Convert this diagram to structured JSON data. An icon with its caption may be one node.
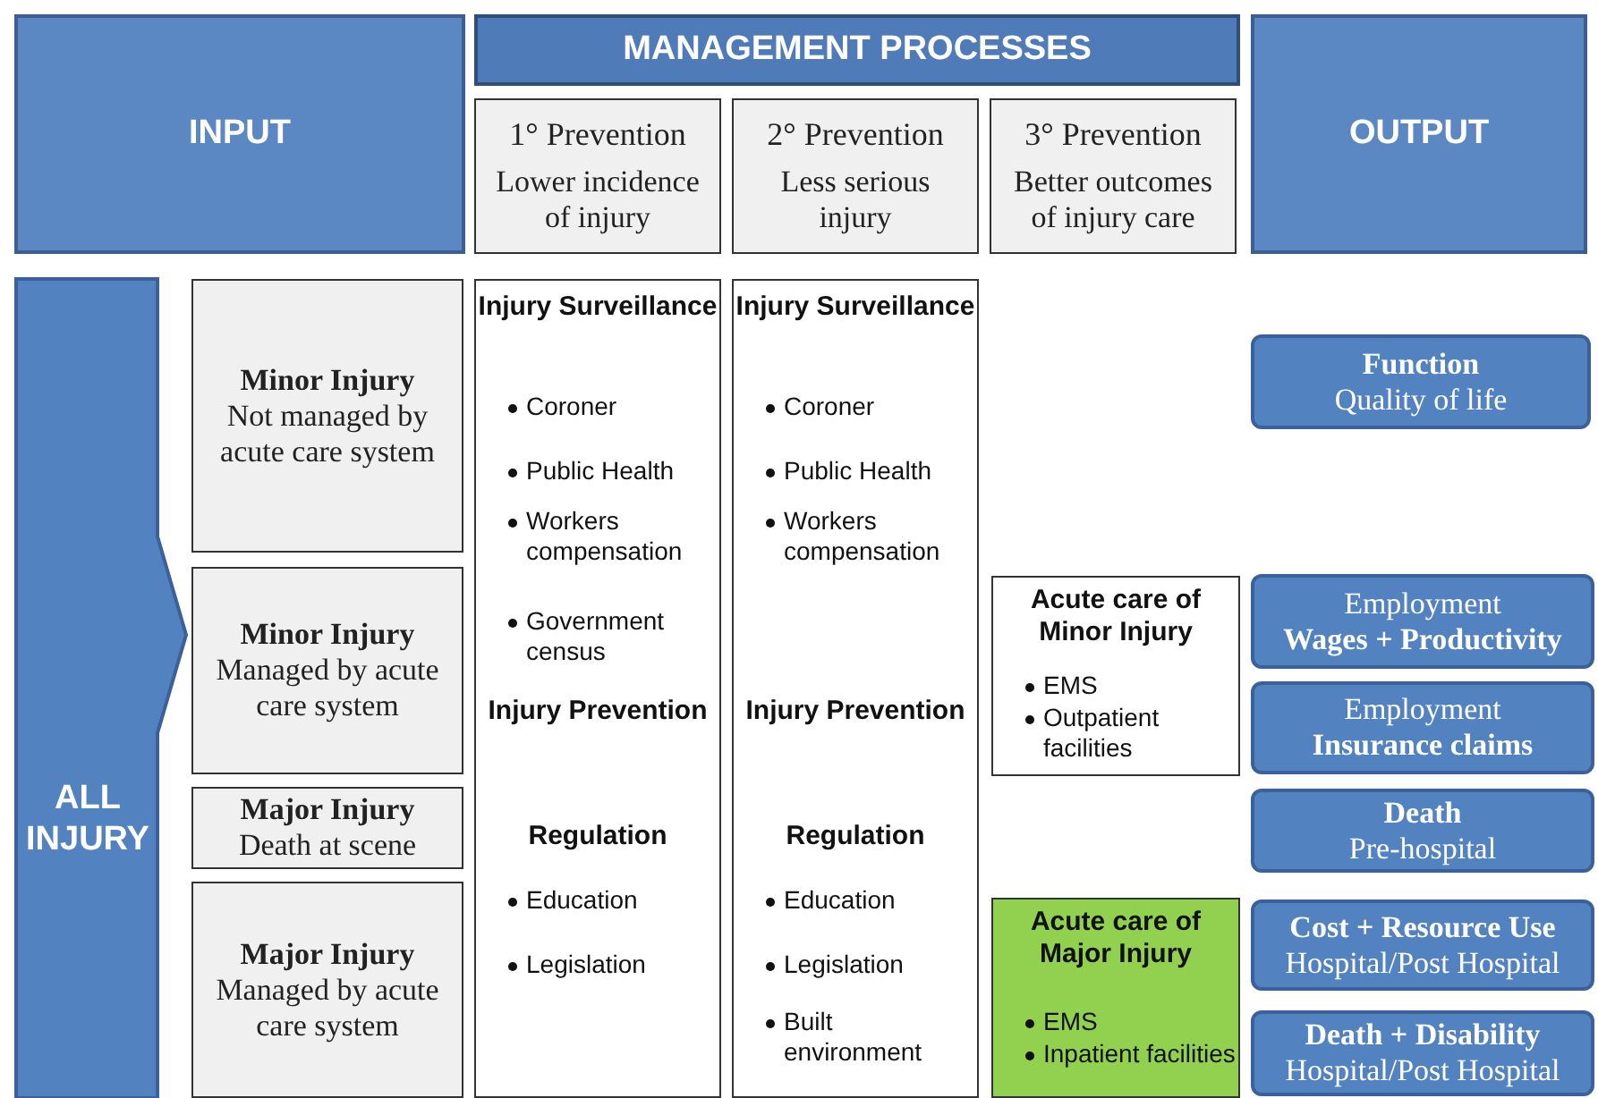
{
  "diagram": {
    "nodes": [
      {
        "text": [
          "INPUT"
        ]
      },
      {
        "text": [
          "MANAGEMENT PROCESSES"
        ]
      },
      {
        "text": [
          "1° Prevention",
          "Lower incidence of injury"
        ]
      },
      {
        "text": [
          "2° Prevention",
          "Less serious injury"
        ]
      },
      {
        "text": [
          "3° Prevention",
          "Better outcomes of injury care"
        ]
      },
      {
        "text": [
          "OUTPUT"
        ]
      },
      {
        "text": [
          "ALL INJURY"
        ]
      },
      {
        "text": [
          "Minor Injury",
          "Not managed by acute care system"
        ]
      },
      {
        "text": [
          "Minor Injury",
          "Managed by acute care system"
        ]
      },
      {
        "text": [
          "Major Injury",
          "Death at scene"
        ]
      },
      {
        "text": [
          "Major Injury",
          "Managed by acute care system"
        ]
      },
      {
        "text": [
          "Injury Surveillance",
          "Coroner",
          "Public Health",
          "Workers compensation",
          "Government census",
          "Injury Prevention",
          "Regulation",
          "Education",
          "Legislation"
        ]
      },
      {
        "text": [
          "Injury Surveillance",
          "Coroner",
          "Public Health",
          "Workers compensation",
          "Injury Prevention",
          "Regulation",
          "Education",
          "Legislation",
          "Built environment"
        ]
      },
      {
        "text": [
          "Acute care of Minor Injury",
          "EMS",
          "Outpatient facilities"
        ]
      },
      {
        "text": [
          "Acute care of Major Injury",
          "EMS",
          "Inpatient facilities"
        ]
      },
      {
        "text": [
          "Function",
          "Quality of life"
        ]
      },
      {
        "text": [
          "Employment",
          "Wages + Productivity"
        ]
      },
      {
        "text": [
          "Employment",
          "Insurance claims"
        ]
      },
      {
        "text": [
          "Death",
          "Pre-hospital"
        ]
      },
      {
        "text": [
          "Cost + Resource Use",
          "Hospital/Post Hospital"
        ]
      },
      {
        "text": [
          "Death + Disability",
          "Hospital/Post Hospital"
        ]
      }
    ]
  }
}
